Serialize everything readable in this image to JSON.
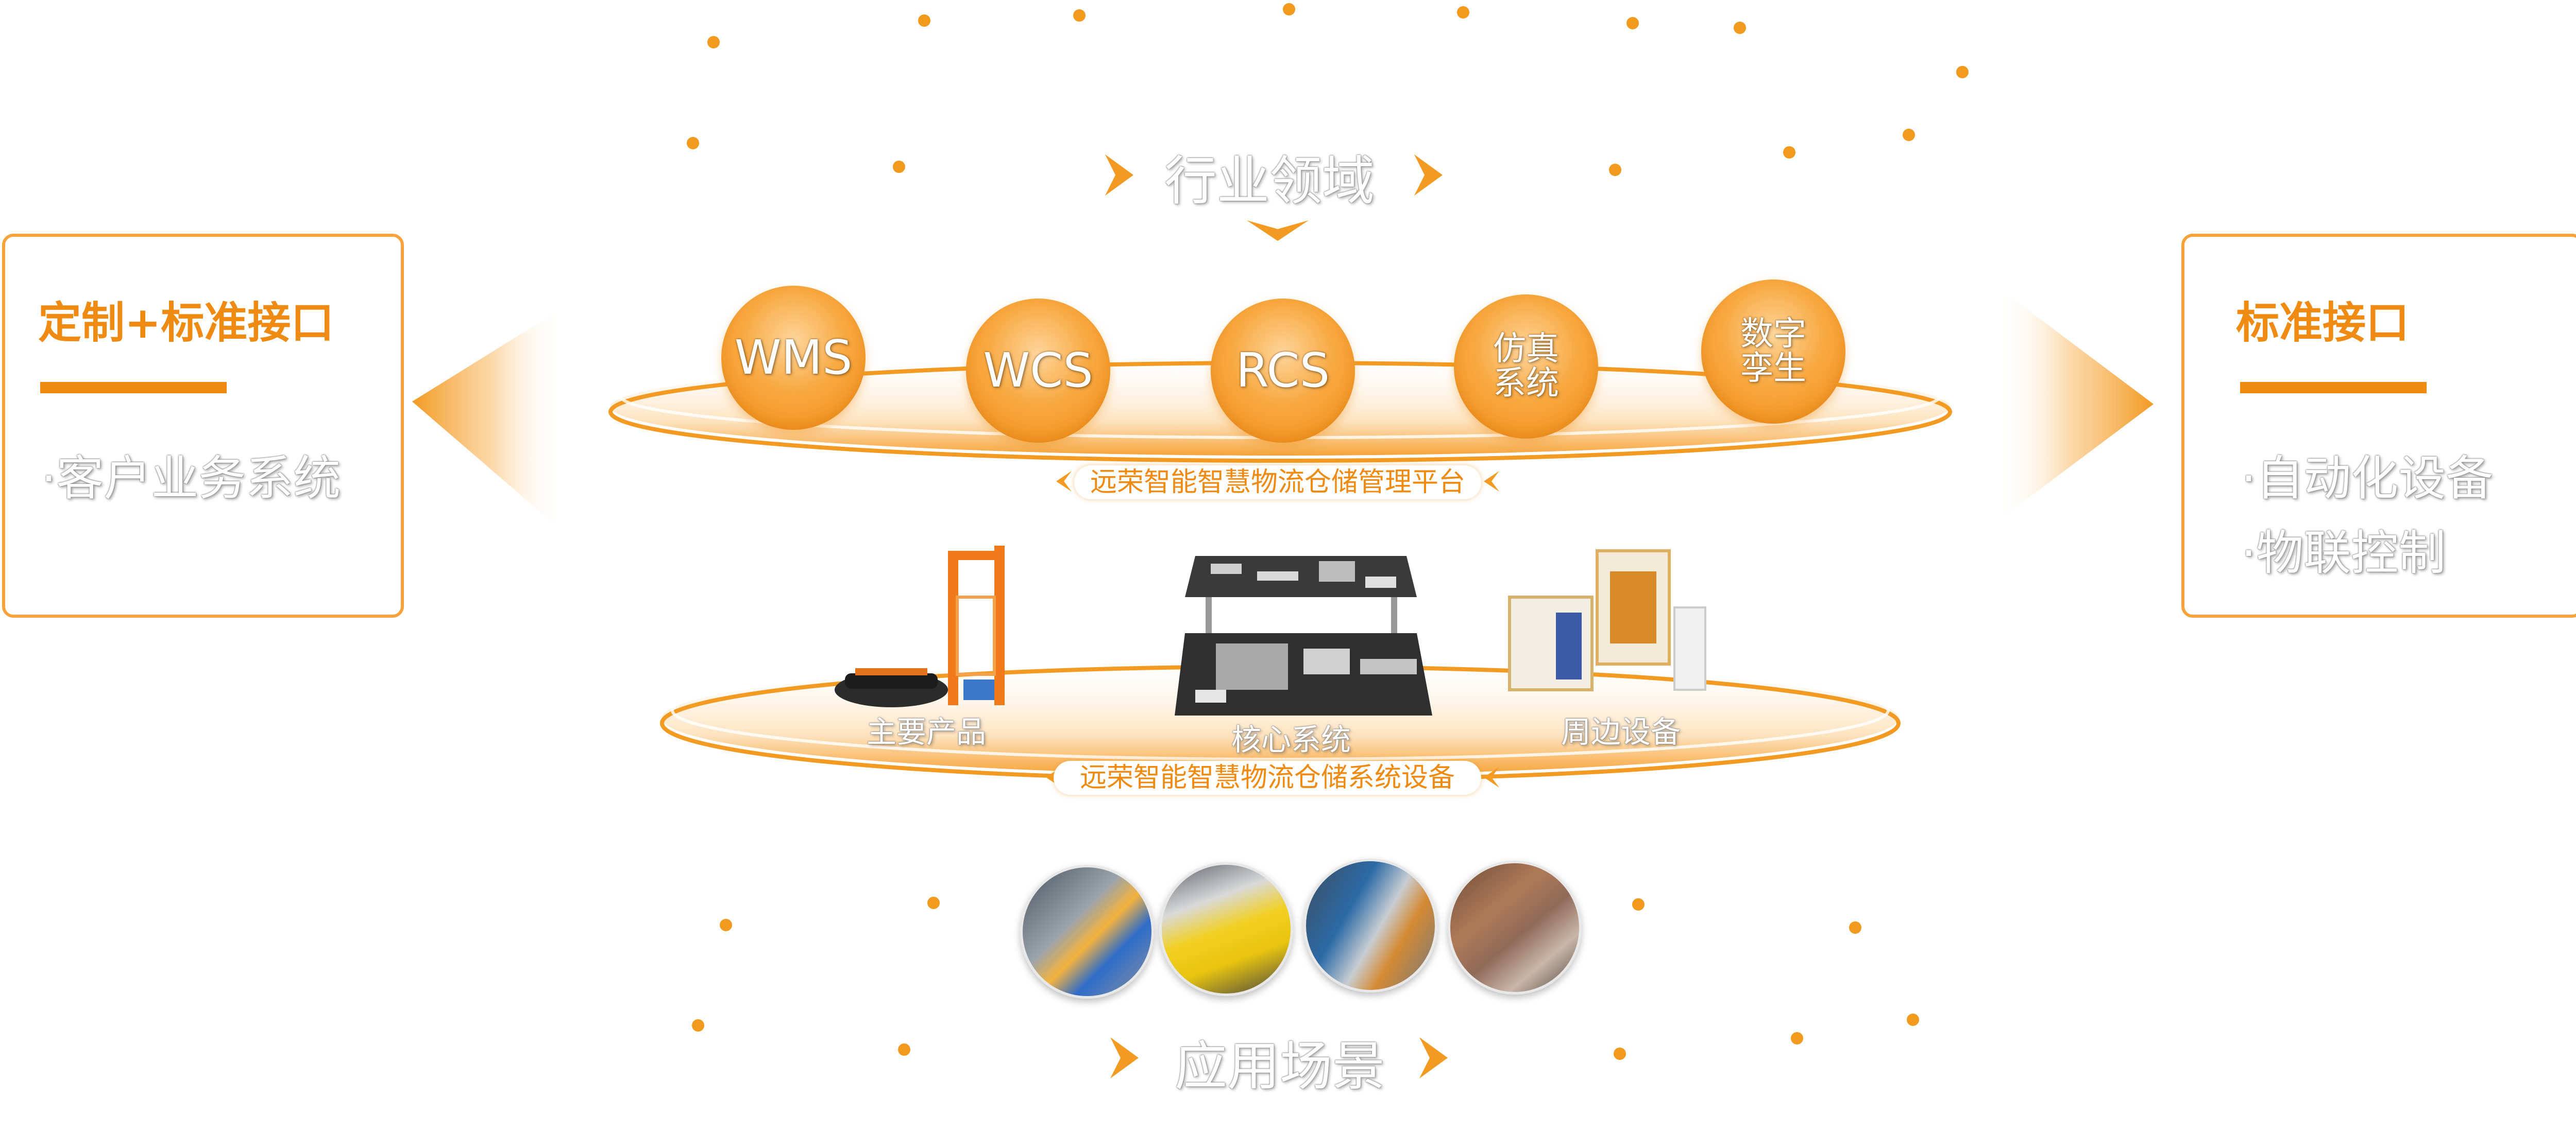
{
  "left_box": {
    "title": "定制+标准接口",
    "items": [
      "·客户业务系统"
    ]
  },
  "right_box": {
    "title": "标准接口",
    "items": [
      "·自动化设备",
      "·物联控制"
    ]
  },
  "top_section": {
    "title": "行业领域",
    "modules": [
      "WMS",
      "WCS",
      "RCS",
      "仿真\n系统",
      "数字\n孪生"
    ],
    "platform_label": "远荣智能智慧物流仓储管理平台"
  },
  "middle_section": {
    "labels": [
      "主要产品",
      "核心系统",
      "周边设备"
    ],
    "equipment_label": "远荣智能智慧物流仓储系统设备"
  },
  "bottom_section": {
    "title": "应用场景"
  },
  "colors": {
    "accent": "#ef8a12",
    "accent_light": "#f7a23a",
    "dot": "#f29a1e"
  },
  "icons": [
    "chevron-left-icon",
    "chevron-right-icon",
    "chevron-down-icon"
  ]
}
